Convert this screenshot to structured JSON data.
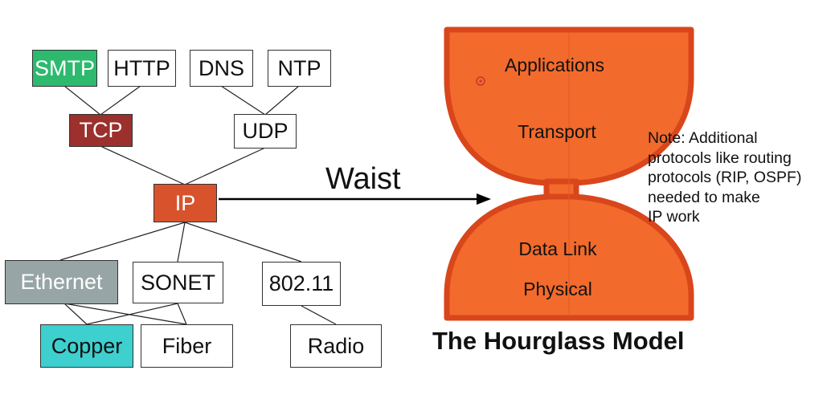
{
  "protocols": {
    "application": [
      {
        "name": "smtp",
        "label": "SMTP",
        "color": "#2dba6e",
        "text_color": "#ffffff"
      },
      {
        "name": "http",
        "label": "HTTP"
      },
      {
        "name": "dns",
        "label": "DNS"
      },
      {
        "name": "ntp",
        "label": "NTP"
      }
    ],
    "transport": [
      {
        "name": "tcp",
        "label": "TCP",
        "color": "#9b302c",
        "text_color": "#ffffff"
      },
      {
        "name": "udp",
        "label": "UDP"
      }
    ],
    "network": {
      "name": "ip",
      "label": "IP",
      "color": "#d8532c",
      "text_color": "#ffffff"
    },
    "link": [
      {
        "name": "ethernet",
        "label": "Ethernet",
        "color": "#97a5a6",
        "text_color": "#ffffff"
      },
      {
        "name": "sonet",
        "label": "SONET"
      },
      {
        "name": "80211",
        "label": "802.11"
      }
    ],
    "physical": [
      {
        "name": "copper",
        "label": "Copper",
        "color": "#3ecfcf",
        "text_color": "#111111"
      },
      {
        "name": "fiber",
        "label": "Fiber"
      },
      {
        "name": "radio",
        "label": "Radio"
      }
    ]
  },
  "waist_label": "Waist",
  "hourglass": {
    "fill": "#f26a2c",
    "stroke": "#d9461b",
    "layers": {
      "applications": "Applications",
      "transport": "Transport",
      "data_link": "Data Link",
      "physical": "Physical"
    }
  },
  "note": {
    "lines": [
      "Note: Additional",
      "protocols like routing",
      "protocols (RIP, OSPF)",
      "needed to make",
      "IP work"
    ]
  },
  "caption": "The Hourglass Model"
}
